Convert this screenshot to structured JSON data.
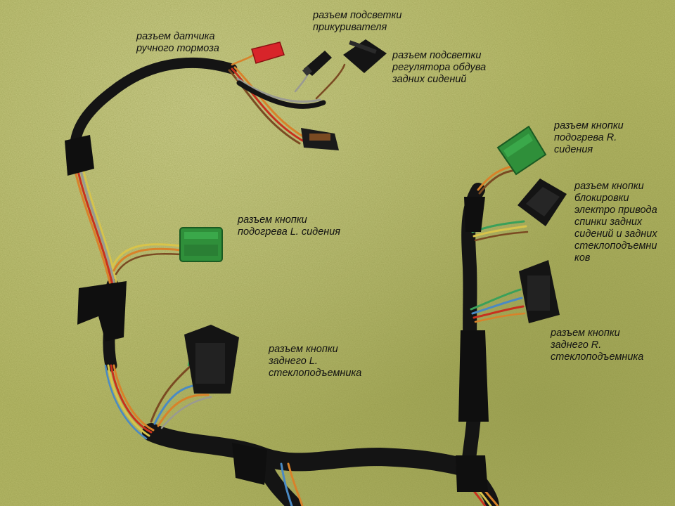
{
  "scene": {
    "background_color": "#b8bb6a",
    "subject": "wiring-harness-on-carpet"
  },
  "labels": {
    "handbrake_sensor": "разъем датчика\nручного тормоза",
    "lighter_backlight": "разъем подсветки\nприкуривателя",
    "rear_blower_backlight": "разъем подсветки\nрегулятора обдува\nзадних сидений",
    "heat_r_seat": "разъем кнопки\nподогрева R.\nсидения",
    "heat_l_seat": "разъем кнопки\nподогрева L. сидения",
    "lockout_button": "разъем кнопки\nблокировки\nэлектро привода\nспинки задних\nсидений и задних\nстеклоподъемни\nков",
    "rear_r_window": "разъем кнопки\nзаднего R.\nстеклоподъемника",
    "rear_l_window": "разъем кнопки\nзаднего L.\nстеклоподъемника"
  },
  "colors": {
    "harness_tape": "#1a1a1a",
    "connector_green": "#2f8f3a",
    "connector_red": "#d8242a",
    "connector_black": "#141414",
    "wire_red": "#c8301e",
    "wire_orange": "#d8822a",
    "wire_yellow": "#d8c44a",
    "wire_grey": "#9a9a92",
    "wire_blue": "#4a8ac4",
    "wire_brown": "#7a4a22"
  }
}
